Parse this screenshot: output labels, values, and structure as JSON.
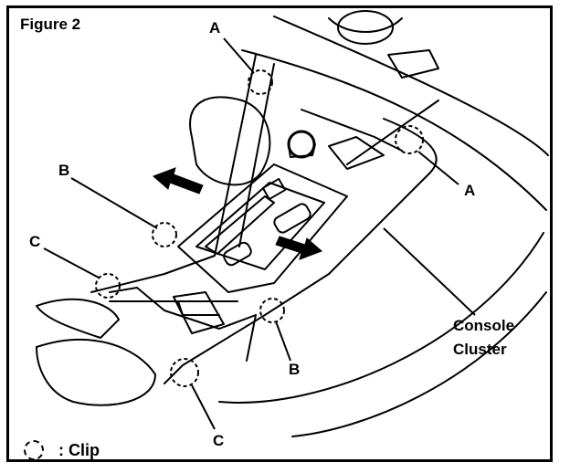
{
  "figure": {
    "title": "Figure 2"
  },
  "callouts": {
    "a_top": "A",
    "a_right": "A",
    "b_left": "B",
    "b_bottom": "B",
    "c_left": "C",
    "c_bottom": "C",
    "console_line1": "Console",
    "console_line2": "Cluster"
  },
  "legend": {
    "text": ": Clip"
  }
}
